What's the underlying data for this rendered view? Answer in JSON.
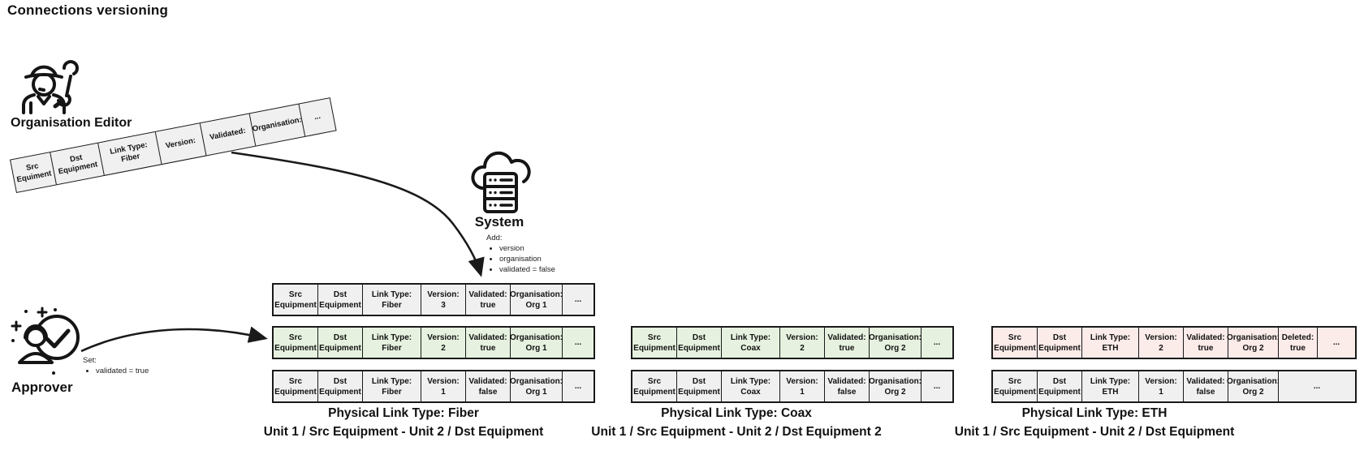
{
  "title": "Connections versioning",
  "colors": {
    "row_gray": "#f0f0f0",
    "row_green": "#e6f2df",
    "row_pink": "#fbebe9",
    "line": "#1a1a1a"
  },
  "actors": {
    "editor": {
      "label": "Organisation Editor"
    },
    "system": {
      "label": "System",
      "note_title": "Add:",
      "note_items": [
        "version",
        "organisation",
        "validated = false"
      ]
    },
    "approver": {
      "label": "Approver",
      "note_title": "Set:",
      "note_items": [
        "validated = true"
      ]
    }
  },
  "draft_row": {
    "cells": [
      "Src\nEquiment",
      "Dst\nEquipment",
      "Link Type:\nFiber",
      "Version:",
      "Validated:",
      "Organisation:",
      "..."
    ]
  },
  "groups": [
    {
      "caption1": "Physical Link Type: Fiber",
      "caption2": "Unit 1 / Src Equipment - Unit 2 / Dst Equipment",
      "rows": [
        {
          "tone": "gray",
          "cells": [
            "Src\nEquipment",
            "Dst\nEquipment",
            "Link Type:\nFiber",
            "Version:\n3",
            "Validated:\ntrue",
            "Organisation:\nOrg 1",
            "..."
          ]
        },
        {
          "tone": "green",
          "cells": [
            "Src\nEquipment",
            "Dst\nEquipment",
            "Link Type:\nFiber",
            "Version:\n2",
            "Validated:\ntrue",
            "Organisation:\nOrg 1",
            "..."
          ]
        },
        {
          "tone": "gray",
          "cells": [
            "Src\nEquipment",
            "Dst\nEquipment",
            "Link Type:\nFiber",
            "Version:\n1",
            "Validated:\nfalse",
            "Organisation:\nOrg 1",
            "..."
          ]
        }
      ]
    },
    {
      "caption1": "Physical Link Type: Coax",
      "caption2": "Unit 1 / Src Equipment - Unit 2 / Dst Equipment 2",
      "rows": [
        {
          "tone": "green",
          "cells": [
            "Src\nEquipment",
            "Dst\nEquipment",
            "Link Type:\nCoax",
            "Version:\n2",
            "Validated:\ntrue",
            "Organisation:\nOrg 2",
            "..."
          ]
        },
        {
          "tone": "gray",
          "cells": [
            "Src\nEquipment",
            "Dst\nEquipment",
            "Link Type:\nCoax",
            "Version:\n1",
            "Validated:\nfalse",
            "Organisation:\nOrg 2",
            "..."
          ]
        }
      ]
    },
    {
      "caption1": "Physical Link Type: ETH",
      "caption2": "Unit 1 / Src Equipment - Unit 2 / Dst Equipment",
      "rows": [
        {
          "tone": "pink",
          "cells": [
            "Src\nEquipment",
            "Dst\nEquipment",
            "Link Type: ETH",
            "Version:\n2",
            "Validated:\ntrue",
            "Organisation:\nOrg 2",
            "Deleted:\ntrue",
            "..."
          ]
        },
        {
          "tone": "gray",
          "cells": [
            "Src\nEquipment",
            "Dst\nEquipment",
            "Link Type: ETH",
            "Version:\n1",
            "Validated:\nfalse",
            "Organisation:\nOrg 2",
            "..."
          ]
        }
      ]
    }
  ]
}
